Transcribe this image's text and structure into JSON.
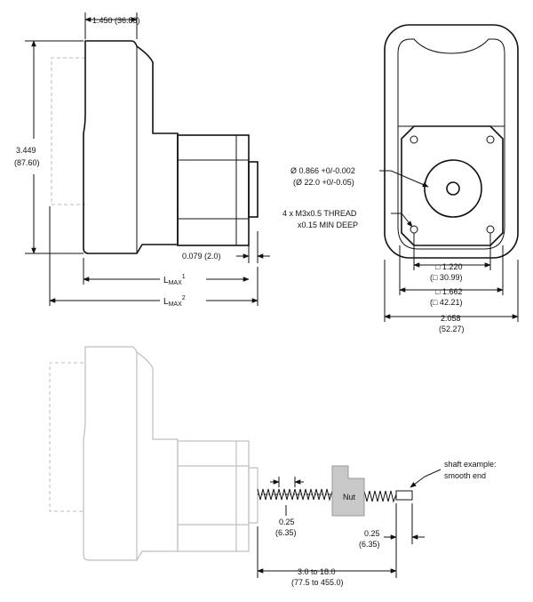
{
  "side_view": {
    "dim_depth": "1.450 (36.83)",
    "dim_height_in": "3.449",
    "dim_height_mm": "(87.60)",
    "dim_flange": "0.079 (2.0)",
    "lmax1_base": "L",
    "lmax1_sub": "MAX",
    "lmax1_sup": "1",
    "lmax2_base": "L",
    "lmax2_sub": "MAX",
    "lmax2_sup": "2"
  },
  "front_view": {
    "pilot_line1": "Ø 0.866 +0/-0.002",
    "pilot_line2": "(Ø 22.0 +0/-0.05)",
    "thread_line1": "4 x M3x0.5 THREAD",
    "thread_line2": "x0.15 MIN DEEP",
    "dim_bolt_in": "□ 1.220",
    "dim_bolt_mm": "(□ 30.99)",
    "dim_frame_in": "□ 1.662",
    "dim_frame_mm": "(□ 42.21)",
    "dim_width_in": "2.058",
    "dim_width_mm": "(52.27)"
  },
  "leadscrew_view": {
    "nut_label": "Nut",
    "shaft_note_line1": "shaft example:",
    "shaft_note_line2": "smooth end",
    "dim_pitch_in": "0.25",
    "dim_pitch_mm": "(6.35)",
    "dim_end_in": "0.25",
    "dim_end_mm": "(6.35)",
    "dim_length_in": "3.0 to 18.0",
    "dim_length_mm": "(77.5 to 455.0)"
  }
}
